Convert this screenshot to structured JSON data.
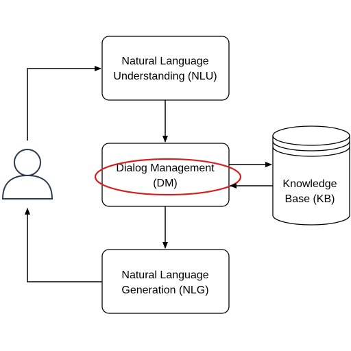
{
  "nodes": {
    "nlu": {
      "line1": "Natural Language",
      "line2": "Understanding (NLU)"
    },
    "dm": {
      "line1": "Dialog Management",
      "line2": "(DM)"
    },
    "nlg": {
      "line1": "Natural Language",
      "line2": "Generation (NLG)"
    },
    "kb": {
      "line1": "Knowledge",
      "line2": "Base (KB)"
    }
  },
  "icons": {
    "user": "user-icon"
  },
  "colors": {
    "stroke": "#000000",
    "highlight": "#d32020",
    "user_icon": "#2b3a4a"
  }
}
